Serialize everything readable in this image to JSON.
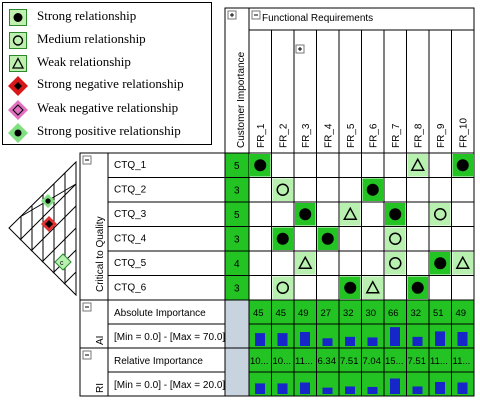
{
  "legend": [
    {
      "symbol": "filled-circle",
      "label": "Strong relationship"
    },
    {
      "symbol": "open-circle",
      "label": "Medium relationship"
    },
    {
      "symbol": "triangle",
      "label": "Weak relationship"
    },
    {
      "symbol": "red-diamond",
      "label": "Strong negative relationship"
    },
    {
      "symbol": "pink-diamond",
      "label": "Weak negative relationship"
    },
    {
      "symbol": "green-diamond",
      "label": "Strong positive relationship"
    }
  ],
  "functional_requirements_title": "Functional Requirements",
  "customer_importance_label": "Customer Importance",
  "critical_to_quality_label": "Critical to Quality",
  "fr_labels": [
    "FR_1",
    "FR_2",
    "FR_3",
    "FR_4",
    "FR_5",
    "FR_6",
    "FR_7",
    "FR_8",
    "FR_9",
    "FR_10"
  ],
  "ctq_rows": [
    {
      "label": "CTQ_1",
      "importance": "5",
      "cells": [
        "S",
        "",
        "",
        "",
        "",
        "",
        "",
        "W",
        "",
        "S"
      ]
    },
    {
      "label": "CTQ_2",
      "importance": "3",
      "cells": [
        "",
        "M",
        "",
        "",
        "",
        "S",
        "",
        "",
        "",
        ""
      ]
    },
    {
      "label": "CTQ_3",
      "importance": "5",
      "cells": [
        "",
        "",
        "S",
        "",
        "W",
        "",
        "S",
        "",
        "M",
        ""
      ]
    },
    {
      "label": "CTQ_4",
      "importance": "3",
      "cells": [
        "",
        "S",
        "",
        "S",
        "",
        "",
        "M",
        "",
        "",
        ""
      ]
    },
    {
      "label": "CTQ_5",
      "importance": "4",
      "cells": [
        "",
        "",
        "W",
        "",
        "",
        "",
        "M",
        "",
        "S",
        "W"
      ]
    },
    {
      "label": "CTQ_6",
      "importance": "3",
      "cells": [
        "",
        "M",
        "",
        "",
        "S",
        "W",
        "",
        "S",
        "",
        ""
      ]
    }
  ],
  "absolute": {
    "label": "Absolute Importance",
    "range": "[Min = 0.0]  -  [Max = 70.0]",
    "side_label": "AI",
    "max": 70,
    "values": [
      "45",
      "45",
      "49",
      "27",
      "32",
      "30",
      "66",
      "32",
      "51",
      "49"
    ]
  },
  "relative": {
    "label": "Relative Importance",
    "range": "[Min = 0.0]  -  [Max = 20.0]",
    "side_label": "RI",
    "max": 20,
    "values": [
      "10...",
      "10...",
      "11...",
      "6.34",
      "7.51",
      "7.04",
      "15...",
      "7.51",
      "11...",
      "11..."
    ],
    "bar_values": [
      10.6,
      10.6,
      11.5,
      6.34,
      7.51,
      7.04,
      15.5,
      7.51,
      11.97,
      11.5
    ]
  },
  "colors": {
    "green": "#22c322",
    "light_green": "#b8f0b0",
    "header_blue": "#c8d3e0",
    "grey": "#d9dde3"
  }
}
